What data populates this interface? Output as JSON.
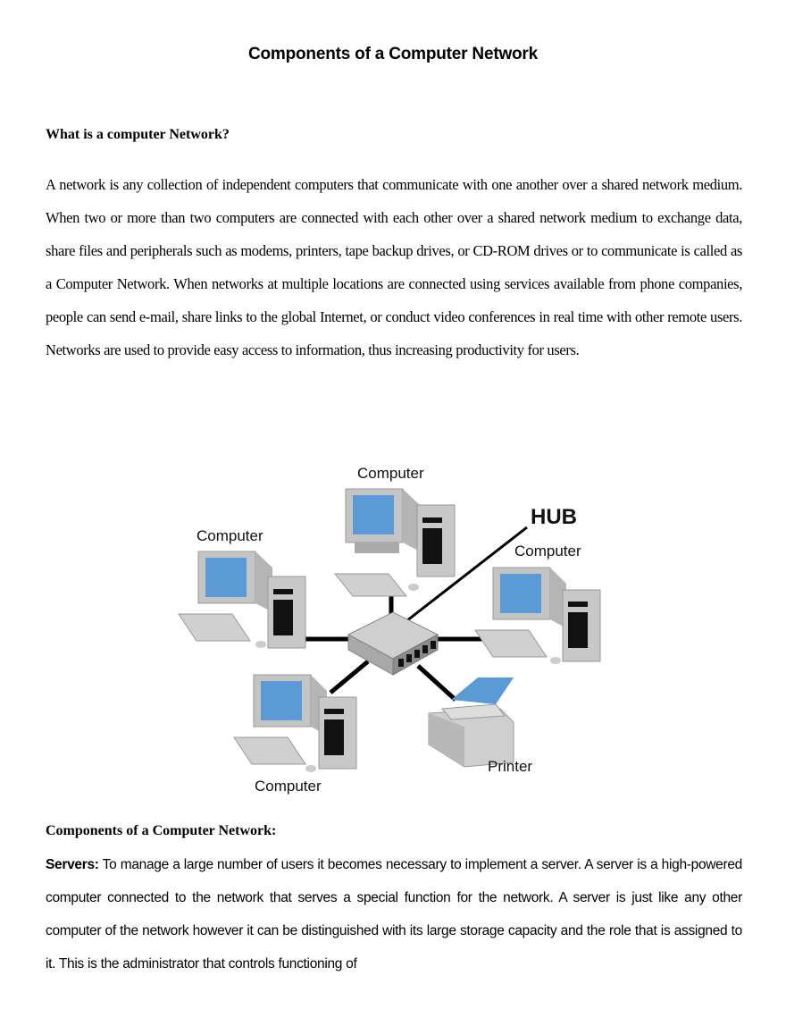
{
  "document": {
    "title": "Components of a Computer Network",
    "section1": {
      "heading": "What is a computer Network?",
      "paragraph": "A network is any collection of independent computers that communicate with one another over a shared network medium. When two or more than two computers are connected with each other over a shared network medium to exchange data, share files and peripherals such as modems, printers, tape backup drives, or CD-ROM drives or to communicate is called as a Computer Network. When networks at multiple locations are connected using services available from phone companies, people can send e-mail, share links to the global Internet, or conduct video conferences in real time with other remote users. Networks are used to provide easy access to information, thus increasing productivity for users."
    },
    "diagram": {
      "labels": {
        "computer_top": "Computer",
        "computer_left": "Computer",
        "computer_right": "Computer",
        "computer_bottom": "Computer",
        "hub": "HUB",
        "printer": "Printer"
      },
      "colors": {
        "screen": "#5b9bd5",
        "device_gray": "#c8c8c8",
        "device_dark": "#9a9a9a",
        "cable": "#000000"
      }
    },
    "section2": {
      "heading": "Components of a Computer Network:",
      "servers_label": "Servers:",
      "servers_text": " To manage a large number of users it becomes necessary to implement a server. A server is a high-powered computer connected to the network that serves a special function for the network. A server is just like any other computer of the network however it can be distinguished with its large storage capacity and the role that is assigned to it. This is the administrator that controls functioning of"
    }
  }
}
